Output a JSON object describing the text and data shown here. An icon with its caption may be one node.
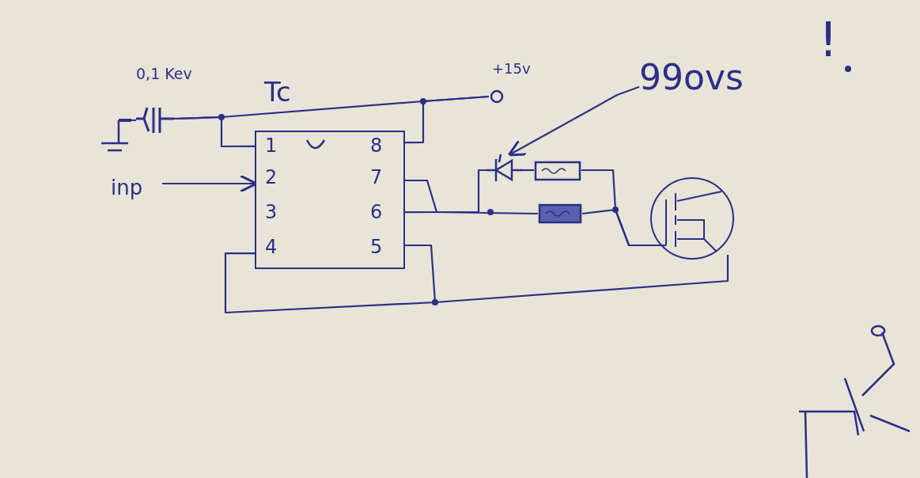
{
  "diagram": {
    "nodes": [
      {
        "text": [],
        "shape": "ground"
      },
      {
        "text": [],
        "shape": "capacitor",
        "beside": [
          "0,1 Kev"
        ]
      },
      {
        "text": [
          "Tc"
        ]
      },
      {
        "text": [
          "+15v"
        ]
      },
      {
        "text": [
          "inp"
        ]
      },
      {
        "text": [],
        "shape": "diode"
      },
      {
        "text": [],
        "shape": "resistor"
      },
      {
        "text": [],
        "shape": "resistor"
      },
      {
        "text": [],
        "shape": "transistor"
      },
      {
        "text": [
          "99ovs"
        ]
      }
    ],
    "edges": [
      {
        "from": 0,
        "to": 1,
        "arrow": "none"
      },
      {
        "from": 1,
        "to": 2,
        "arrow": "none"
      },
      {
        "from": 1,
        "to": 3,
        "arrow": "none"
      },
      {
        "from": 2,
        "to": 3,
        "arrow": "none"
      },
      {
        "from": 4,
        "to": 2,
        "arrow": "to"
      },
      {
        "from": 2,
        "to": 5,
        "arrow": "none"
      },
      {
        "from": 2,
        "to": 7,
        "arrow": "none"
      },
      {
        "from": 5,
        "to": 6,
        "arrow": "none"
      },
      {
        "from": 6,
        "to": 8,
        "arrow": "none"
      },
      {
        "from": 7,
        "to": 8,
        "arrow": "none"
      },
      {
        "from": 2,
        "to": 8,
        "arrow": "none"
      },
      {
        "from": 9,
        "to": 5,
        "arrow": "to"
      }
    ],
    "labels": [
      "1",
      "8",
      "2",
      "7",
      "3",
      "6",
      "4",
      "5",
      "!"
    ]
  }
}
